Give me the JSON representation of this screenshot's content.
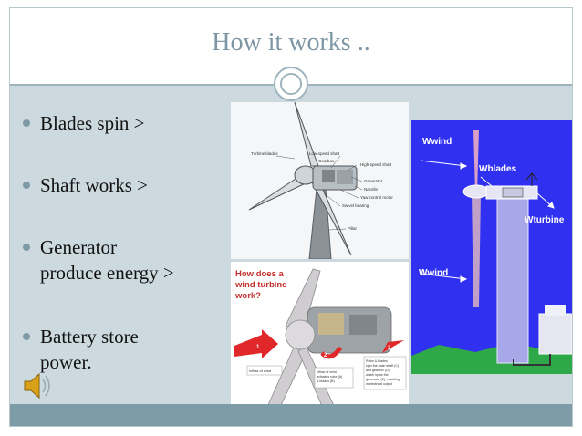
{
  "slide": {
    "title": "How it works ..",
    "bullets": [
      {
        "line1": "Blades spin >",
        "line2": ""
      },
      {
        "line1": "Shaft works >",
        "line2": ""
      },
      {
        "line1": "Generator",
        "line2": "produce energy >"
      },
      {
        "line1": "Battery store",
        "line2": "power."
      }
    ]
  },
  "turbine_diagram": {
    "labels": {
      "turbine_blades": "Turbine blades",
      "low_speed_shaft": "Low-speed shaft",
      "gearbox": "Gearbox",
      "high_speed_shaft": "High-speed shaft",
      "generator": "Generator",
      "nacelle": "Nacelle",
      "yaw_motor": "Yaw control motor",
      "swivel_bearing": "Swivel bearing",
      "pillar": "Pillar"
    }
  },
  "how_panel": {
    "heading_line1": "How does a",
    "heading_line2": "wind turbine",
    "heading_line3": "work?",
    "inflow_label": "Inflow of wind",
    "rotor_label_1": "Inflow of wind",
    "rotor_label_2": "activates rotor (A)",
    "rotor_label_3": "& blades (B)",
    "right_label_1": "Rotor & blades",
    "right_label_2": "spin the main shaft (C)",
    "right_label_3": "and gearbox (D)",
    "right_label_4": "which spins the",
    "right_label_5": "generator (E), resulting",
    "right_label_6": "in electrical output",
    "num1": "1",
    "num2": "2",
    "num3": "3"
  },
  "physics_diagram": {
    "wwind_top": "Wwind",
    "wblades": "Wblades",
    "wturbine": "Wturbine",
    "wwind_bottom": "Wwind"
  },
  "colors": {
    "background": "#ccd9df",
    "title": "#7d96a3",
    "accent": "#7e9ca8",
    "diagram_blue": "#3030f0",
    "arrow_red": "#e0282a"
  }
}
